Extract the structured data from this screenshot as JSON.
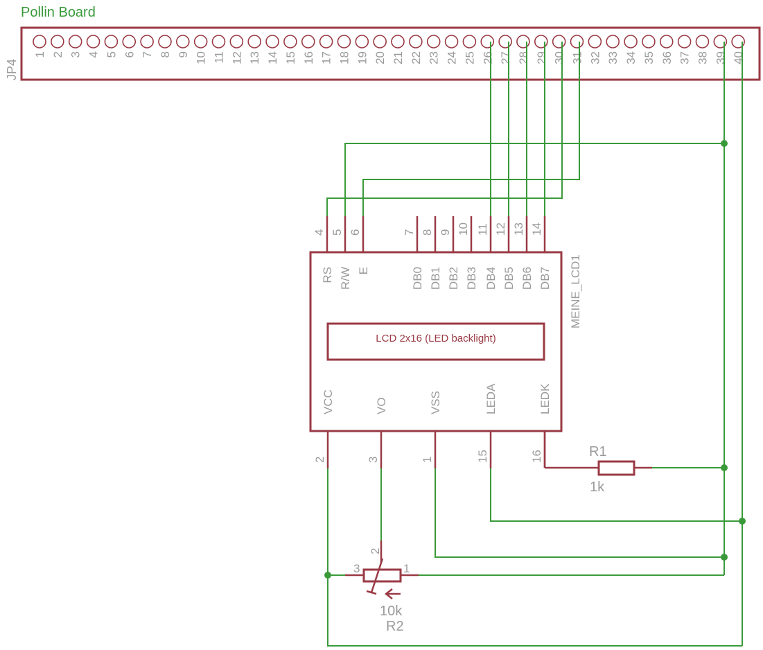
{
  "board": {
    "title": "Pollin Board",
    "connector_name": "JP4",
    "pin_labels": [
      "1",
      "2",
      "3",
      "4",
      "5",
      "6",
      "7",
      "8",
      "9",
      "10",
      "11",
      "12",
      "13",
      "14",
      "15",
      "16",
      "17",
      "18",
      "19",
      "20",
      "21",
      "22",
      "23",
      "24",
      "25",
      "26",
      "27",
      "28",
      "29",
      "30",
      "31",
      "32",
      "33",
      "34",
      "35",
      "36",
      "37",
      "38",
      "39",
      "40"
    ]
  },
  "lcd": {
    "name": "MEINE_LCD1",
    "display_text": "LCD 2x16 (LED backlight)",
    "top_pins": [
      {
        "num": "4",
        "signal": "RS"
      },
      {
        "num": "5",
        "signal": "R/W"
      },
      {
        "num": "6",
        "signal": "E"
      },
      {
        "num": "7",
        "signal": "DB0"
      },
      {
        "num": "8",
        "signal": "DB1"
      },
      {
        "num": "9",
        "signal": "DB2"
      },
      {
        "num": "10",
        "signal": "DB3"
      },
      {
        "num": "11",
        "signal": "DB4"
      },
      {
        "num": "12",
        "signal": "DB5"
      },
      {
        "num": "13",
        "signal": "DB6"
      },
      {
        "num": "14",
        "signal": "DB7"
      }
    ],
    "bottom_pins": [
      {
        "num": "2",
        "signal": "VCC"
      },
      {
        "num": "3",
        "signal": "VO"
      },
      {
        "num": "1",
        "signal": "VSS"
      },
      {
        "num": "15",
        "signal": "LEDA"
      },
      {
        "num": "16",
        "signal": "LEDK"
      }
    ]
  },
  "r1": {
    "name": "R1",
    "value": "1k"
  },
  "r2": {
    "name": "R2",
    "value": "10k",
    "pin_labels": [
      "3",
      "2",
      "1"
    ]
  },
  "colors": {
    "wire": "#3a9a3a",
    "part": "#9a3a44",
    "label": "#9b9b9b"
  }
}
